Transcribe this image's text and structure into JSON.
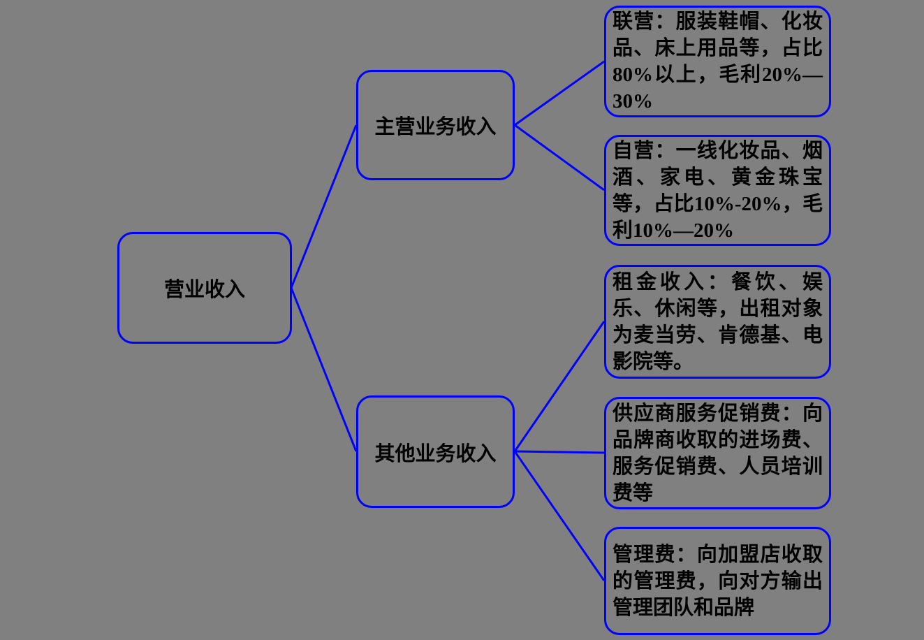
{
  "colors": {
    "background": "#808080",
    "accent": "#0000ff",
    "text": "#000000"
  },
  "nodes": {
    "root": {
      "label": "营业收入"
    },
    "branches": [
      {
        "label": "主营业务收入"
      },
      {
        "label": "其他业务收入"
      }
    ],
    "leaves": [
      {
        "text": "联营：服装鞋帽、化妆品、床上用品等，占比80%以上，毛利20%—30%"
      },
      {
        "text": "自营：一线化妆品、烟酒、家电、黄金珠宝等，占比10%-20%，毛利10%—20%"
      },
      {
        "text": "租金收入：餐饮、娱乐、休闲等，出租对象为麦当劳、肯德基、电影院等。"
      },
      {
        "text": "供应商服务促销费：向品牌商收取的进场费、服务促销费、人员培训费等"
      },
      {
        "text": "管理费：向加盟店收取的管理费，向对方输出管理团队和品牌"
      }
    ]
  }
}
